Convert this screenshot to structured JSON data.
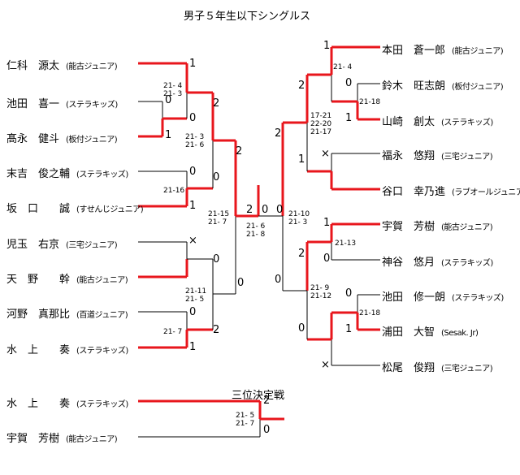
{
  "title": "男子５年生以下シングルス",
  "third_title": "三位決定戦",
  "colors": {
    "win": "#e8161c",
    "line": "#000000"
  },
  "left_players": [
    {
      "name": "仁科　源太",
      "team": "(能古ジュニア)"
    },
    {
      "name": "池田　喜一",
      "team": "(ステラキッズ)"
    },
    {
      "name": "髙永　健斗",
      "team": "(板付ジュニア)"
    },
    {
      "name": "末吉　俊之輔",
      "team": "(ステラキッズ)"
    },
    {
      "name": "坂　口　　誠",
      "team": "(すせんじジュニア)"
    },
    {
      "name": "児玉　右京",
      "team": "(三宅ジュニア)"
    },
    {
      "name": "天　野　　幹",
      "team": "(能古ジュニア)"
    },
    {
      "name": "河野　真那比",
      "team": "(百道ジュニア)"
    },
    {
      "name": "水　上　　奏",
      "team": "(ステラキッズ)"
    }
  ],
  "right_players": [
    {
      "name": "本田　蒼一郎",
      "team": "(能古ジュニア)"
    },
    {
      "name": "鈴木　旺志朗",
      "team": "(板付ジュニア)"
    },
    {
      "name": "山崎　創太",
      "team": "(ステラキッズ)"
    },
    {
      "name": "福永　悠翔",
      "team": "(三宅ジュニア)"
    },
    {
      "name": "谷口　幸乃進",
      "team": "(ラブオールジュニア)"
    },
    {
      "name": "宇賀　芳樹",
      "team": "(能古ジュニア)"
    },
    {
      "name": "神谷　悠月",
      "team": "(ステラキッズ)"
    },
    {
      "name": "池田　修一朗",
      "team": "(ステラキッズ)"
    },
    {
      "name": "浦田　大智",
      "team": "(Sesak. Jr)"
    },
    {
      "name": "松尾　俊翔",
      "team": "(三宅ジュニア)"
    }
  ],
  "third_players": [
    {
      "name": "水　上　　奏",
      "team": "(ステラキッズ)"
    },
    {
      "name": "宇賀　芳樹",
      "team": "(能古ジュニア)"
    }
  ],
  "scores": {
    "l_r1": "21- 4\n21- 3",
    "l_r2_top": "21- 3\n21- 6",
    "l_r2_mid": "21-16",
    "l_r2_bot": "21-11\n21- 5",
    "l_r1_bot": "21- 7",
    "l_sf": "21-15\n21- 7",
    "final": "21- 6\n21- 8",
    "r_final": "21-10\n21- 3",
    "r_r1": "21- 4",
    "r_r1b": "21-18",
    "r_r2": "17-21\n22-20\n21-17",
    "r_r1c": "21-13",
    "r_r2b": "21- 9\n21-12",
    "r_r1d": "21-18",
    "third": "21- 5\n21- 7"
  },
  "marks": {
    "win1": "1",
    "win2": "2",
    "lose0": "0",
    "walkover": "×"
  }
}
